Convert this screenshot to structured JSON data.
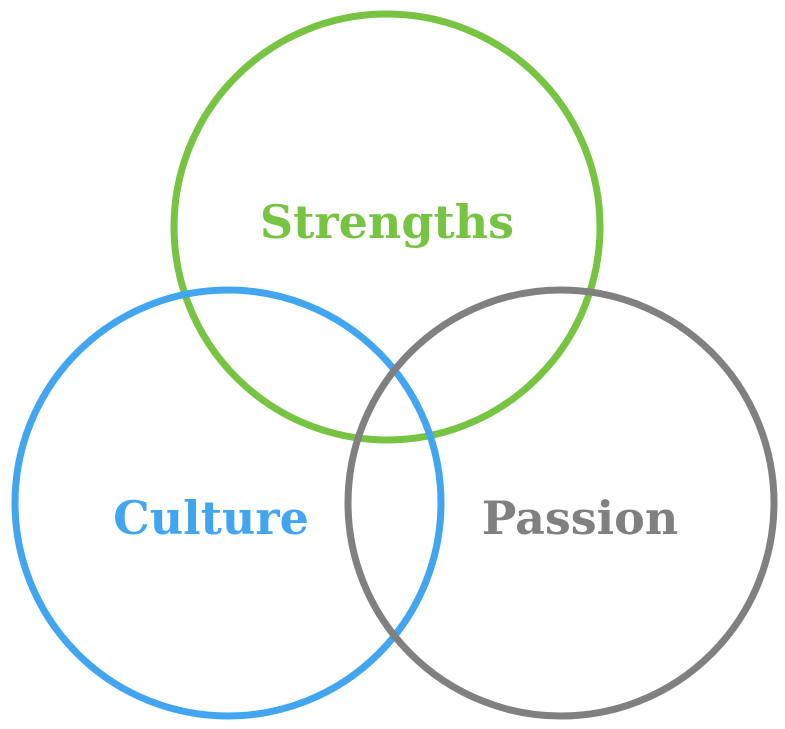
{
  "diagram": {
    "type": "venn",
    "sets": [
      {
        "id": "strengths",
        "label": "Strengths",
        "color": "#76c442"
      },
      {
        "id": "culture",
        "label": "Culture",
        "color": "#42a5ef"
      },
      {
        "id": "passion",
        "label": "Passion",
        "color": "#808080"
      }
    ]
  }
}
